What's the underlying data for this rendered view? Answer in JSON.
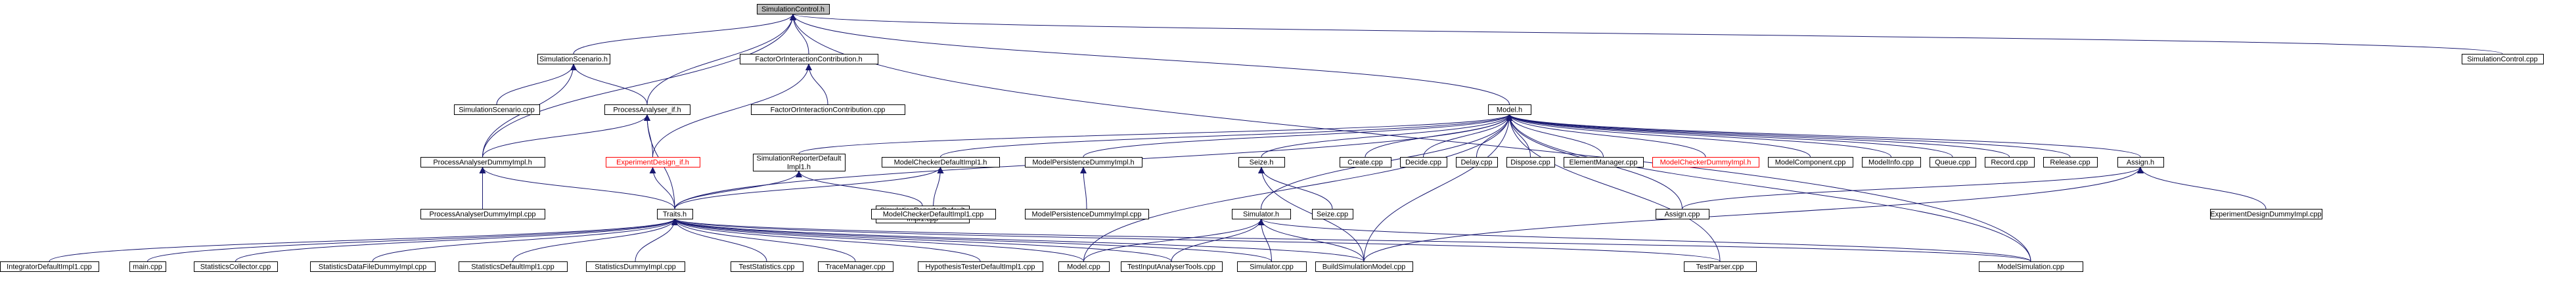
{
  "graph": {
    "colors": {
      "edge": "#191970",
      "node_border": "#000000",
      "root_fill": "#bfbfbf",
      "missing_border": "#ff0000"
    },
    "nodes": [
      {
        "id": "n0",
        "label": "SimulationControl.h",
        "root": true
      },
      {
        "id": "n1",
        "label": "SimulationScenario.h"
      },
      {
        "id": "n2",
        "label": "FactorOrInteractionContribution.h"
      },
      {
        "id": "n3",
        "label": "SimulationControl.cpp"
      },
      {
        "id": "n4",
        "label": "SimulationScenario.cpp"
      },
      {
        "id": "n5",
        "label": "ProcessAnalyser_if.h"
      },
      {
        "id": "n6",
        "label": "FactorOrInteractionContribution.cpp"
      },
      {
        "id": "n7",
        "label": "Model.h"
      },
      {
        "id": "n8",
        "label": "ProcessAnalyserDummyImpl.h"
      },
      {
        "id": "n9",
        "label": "ExperimentDesign_if.h",
        "red": true
      },
      {
        "id": "n10",
        "label": [
          "SimulationReporterDefault",
          "Impl1.h"
        ]
      },
      {
        "id": "n11",
        "label": "ModelCheckerDefaultImpl1.h"
      },
      {
        "id": "n12",
        "label": "ModelPersistenceDummyImpl.h"
      },
      {
        "id": "n13",
        "label": "Seize.h"
      },
      {
        "id": "n14",
        "label": "Create.cpp"
      },
      {
        "id": "n15",
        "label": "Decide.cpp"
      },
      {
        "id": "n16",
        "label": "Delay.cpp"
      },
      {
        "id": "n17",
        "label": "Dispose.cpp"
      },
      {
        "id": "n18",
        "label": "ElementManager.cpp"
      },
      {
        "id": "n19",
        "label": "ModelCheckerDummyImpl.h",
        "red": true
      },
      {
        "id": "n20",
        "label": "ModelComponent.cpp"
      },
      {
        "id": "n21",
        "label": "ModelInfo.cpp"
      },
      {
        "id": "n22",
        "label": "Queue.cpp"
      },
      {
        "id": "n23",
        "label": "Record.cpp"
      },
      {
        "id": "n24",
        "label": "Release.cpp"
      },
      {
        "id": "n25",
        "label": "Assign.h"
      },
      {
        "id": "n26",
        "label": "ProcessAnalyserDummyImpl.cpp"
      },
      {
        "id": "n27",
        "label": "Traits.h"
      },
      {
        "id": "n28",
        "label": [
          "SimulationReporterDefault",
          "Impl1.cpp"
        ]
      },
      {
        "id": "n29",
        "label": "ModelCheckerDefaultImpl1.cpp"
      },
      {
        "id": "n30",
        "label": "ModelPersistenceDummyImpl.cpp"
      },
      {
        "id": "n31",
        "label": "Seize.cpp"
      },
      {
        "id": "n32",
        "label": "Simulator.h"
      },
      {
        "id": "n33",
        "label": "Assign.cpp"
      },
      {
        "id": "n34",
        "label": "ExperimentDesignDummyImpl.cpp"
      },
      {
        "id": "n35",
        "label": "IntegratorDefaultImpl1.cpp"
      },
      {
        "id": "n36",
        "label": "main.cpp"
      },
      {
        "id": "n37",
        "label": "StatisticsCollector.cpp"
      },
      {
        "id": "n38",
        "label": "StatisticsDataFileDummyImpl.cpp"
      },
      {
        "id": "n39",
        "label": "StatisticsDefaultImpl1.cpp"
      },
      {
        "id": "n40",
        "label": "StatisticsDummyImpl.cpp"
      },
      {
        "id": "n41",
        "label": "TestStatistics.cpp"
      },
      {
        "id": "n42",
        "label": "TraceManager.cpp"
      },
      {
        "id": "n43",
        "label": "HypothesisTesterDefaultImpl1.cpp"
      },
      {
        "id": "n44",
        "label": "Model.cpp"
      },
      {
        "id": "n45",
        "label": "TestInputAnalyserTools.cpp"
      },
      {
        "id": "n46",
        "label": "Simulator.cpp"
      },
      {
        "id": "n47",
        "label": "BuildSimulationModel.cpp"
      },
      {
        "id": "n48",
        "label": "TestParser.cpp"
      },
      {
        "id": "n49",
        "label": "ModelSimulation.cpp"
      }
    ],
    "edges": [
      [
        "n0",
        "n1"
      ],
      [
        "n0",
        "n2"
      ],
      [
        "n0",
        "n3"
      ],
      [
        "n0",
        "n5"
      ],
      [
        "n0",
        "n7"
      ],
      [
        "n0",
        "n8"
      ],
      [
        "n0",
        "n49"
      ],
      [
        "n1",
        "n4"
      ],
      [
        "n1",
        "n5"
      ],
      [
        "n1",
        "n8"
      ],
      [
        "n2",
        "n6"
      ],
      [
        "n2",
        "n9"
      ],
      [
        "n5",
        "n8"
      ],
      [
        "n5",
        "n9"
      ],
      [
        "n5",
        "n27"
      ],
      [
        "n8",
        "n26"
      ],
      [
        "n8",
        "n27"
      ],
      [
        "n9",
        "n27"
      ],
      [
        "n7",
        "n10"
      ],
      [
        "n7",
        "n11"
      ],
      [
        "n7",
        "n12"
      ],
      [
        "n7",
        "n13"
      ],
      [
        "n7",
        "n14"
      ],
      [
        "n7",
        "n15"
      ],
      [
        "n7",
        "n16"
      ],
      [
        "n7",
        "n17"
      ],
      [
        "n7",
        "n18"
      ],
      [
        "n7",
        "n19"
      ],
      [
        "n7",
        "n20"
      ],
      [
        "n7",
        "n21"
      ],
      [
        "n7",
        "n22"
      ],
      [
        "n7",
        "n23"
      ],
      [
        "n7",
        "n24"
      ],
      [
        "n7",
        "n25"
      ],
      [
        "n7",
        "n32"
      ],
      [
        "n7",
        "n33"
      ],
      [
        "n7",
        "n44"
      ],
      [
        "n7",
        "n47"
      ],
      [
        "n7",
        "n48"
      ],
      [
        "n7",
        "n49"
      ],
      [
        "n7",
        "n27"
      ],
      [
        "n10",
        "n27"
      ],
      [
        "n10",
        "n28"
      ],
      [
        "n11",
        "n27"
      ],
      [
        "n11",
        "n29"
      ],
      [
        "n12",
        "n30"
      ],
      [
        "n13",
        "n31"
      ],
      [
        "n13",
        "n47"
      ],
      [
        "n25",
        "n33"
      ],
      [
        "n25",
        "n34"
      ],
      [
        "n25",
        "n47"
      ],
      [
        "n32",
        "n44"
      ],
      [
        "n32",
        "n45"
      ],
      [
        "n32",
        "n46"
      ],
      [
        "n32",
        "n47"
      ],
      [
        "n32",
        "n49"
      ],
      [
        "n27",
        "n35"
      ],
      [
        "n27",
        "n36"
      ],
      [
        "n27",
        "n37"
      ],
      [
        "n27",
        "n38"
      ],
      [
        "n27",
        "n39"
      ],
      [
        "n27",
        "n40"
      ],
      [
        "n27",
        "n41"
      ],
      [
        "n27",
        "n42"
      ],
      [
        "n27",
        "n43"
      ],
      [
        "n27",
        "n44"
      ],
      [
        "n27",
        "n45"
      ],
      [
        "n27",
        "n46"
      ],
      [
        "n27",
        "n47"
      ],
      [
        "n27",
        "n48"
      ],
      [
        "n27",
        "n49"
      ]
    ]
  }
}
